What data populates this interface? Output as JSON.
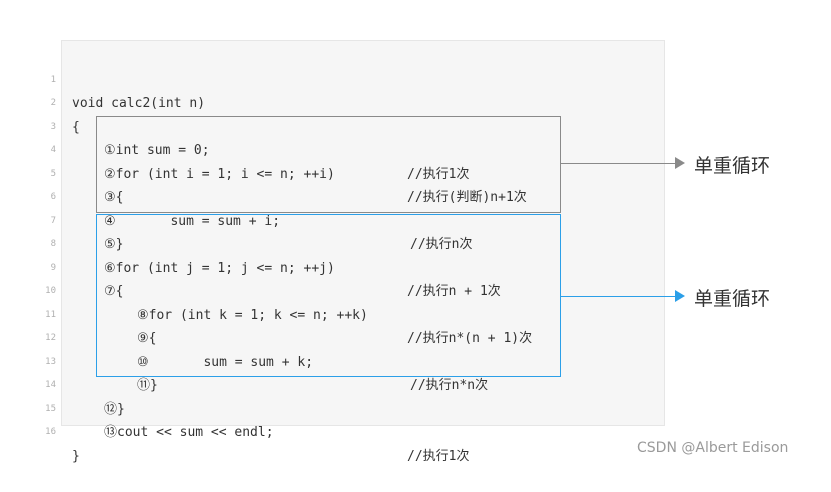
{
  "code": {
    "lines": [
      {
        "num": "1",
        "code": "void calc2(int n)",
        "comment": ""
      },
      {
        "num": "2",
        "code": "{",
        "comment": ""
      },
      {
        "num": "3",
        "code": "①int sum = 0;",
        "comment": "//执行1次"
      },
      {
        "num": "4",
        "code": "②for (int i = 1; i <= n; ++i)",
        "comment": "//执行(判断)n+1次"
      },
      {
        "num": "5",
        "code": "③{",
        "comment": ""
      },
      {
        "num": "6",
        "code": "④       sum = sum + i;",
        "comment": "//执行n次"
      },
      {
        "num": "7",
        "code": "⑤}",
        "comment": ""
      },
      {
        "num": "8",
        "code": "⑥for (int j = 1; j <= n; ++j)",
        "comment": "//执行n + 1次"
      },
      {
        "num": "9",
        "code": "⑦{",
        "comment": ""
      },
      {
        "num": "10",
        "code": "⑧for (int k = 1; k <= n; ++k)",
        "comment": "//执行n*(n + 1)次"
      },
      {
        "num": "11",
        "code": "⑨{",
        "comment": ""
      },
      {
        "num": "12",
        "code": "⑩       sum = sum + k;",
        "comment": "//执行n*n次"
      },
      {
        "num": "13",
        "code": "⑪}",
        "comment": ""
      },
      {
        "num": "14",
        "code": "⑫}",
        "comment": ""
      },
      {
        "num": "15",
        "code": "⑬cout << sum << endl;",
        "comment": "//执行1次"
      },
      {
        "num": "16",
        "code": "}",
        "comment": ""
      }
    ]
  },
  "annotations": {
    "gray_label": "单重循环",
    "blue_label": "单重循环"
  },
  "colors": {
    "gray": "#8a8a8a",
    "blue": "#2b9fe8",
    "panel_bg": "#f6f6f6"
  },
  "watermark": "CSDN @Albert Edison"
}
